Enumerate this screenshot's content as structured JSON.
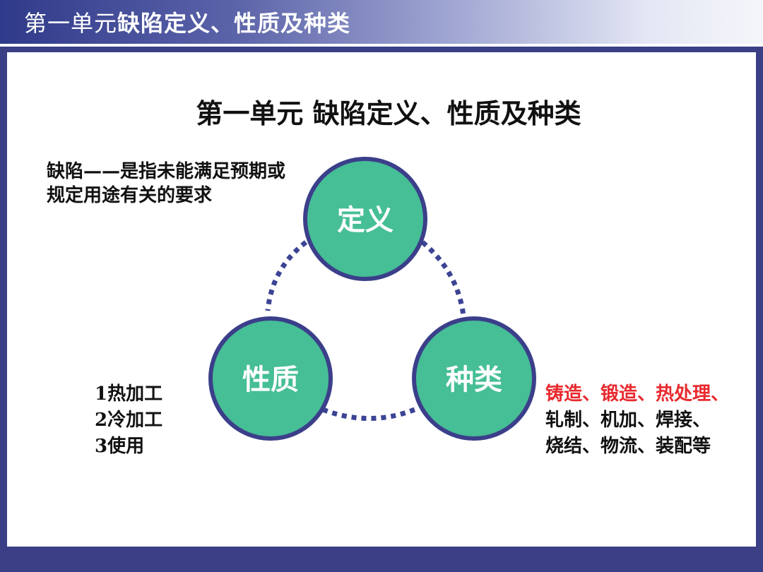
{
  "header": {
    "title_part1": "第一单元",
    "title_part2": "缺陷定义、性质及种类"
  },
  "slide": {
    "title": "第一单元  缺陷定义、性质及种类",
    "definition": "缺陷——是指未能满足预期或规定用途有关的要求"
  },
  "diagram": {
    "nodes": [
      {
        "label": "定义"
      },
      {
        "label": "性质"
      },
      {
        "label": "种类"
      }
    ]
  },
  "left_list": {
    "item1": "1热加工",
    "item2": "2冷加工",
    "item3": "3使用"
  },
  "right_list": {
    "line1": "铸造、锻造、热处理、",
    "line2": "轧制、机加、焊接、",
    "line3": "烧结、物流、装配等"
  },
  "colors": {
    "circle_fill": "#46be96",
    "circle_border": "#3b3f8a",
    "connector": "#3b4394",
    "highlight": "#e8292e",
    "frame": "#3a3f86"
  }
}
